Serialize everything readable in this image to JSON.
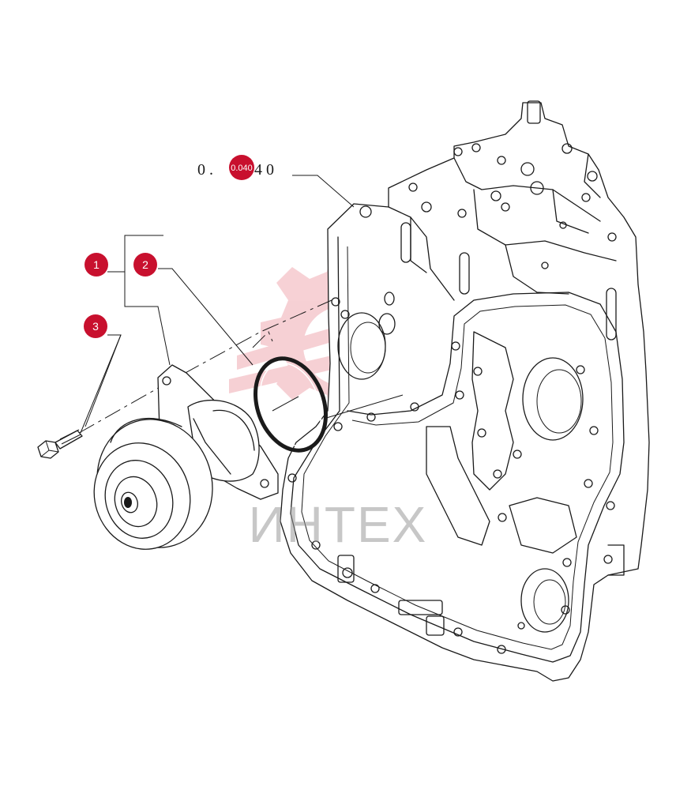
{
  "reference": {
    "prefix": "0 .",
    "badge": "0.040",
    "suffix": "4 0"
  },
  "callouts": [
    {
      "id": "1",
      "label": "1"
    },
    {
      "id": "2",
      "label": "2"
    },
    {
      "id": "3",
      "label": "3"
    }
  ],
  "watermark": {
    "text": "ИНТЕХ"
  },
  "colors": {
    "callout": "#c8102e",
    "line": "#1a1a1a",
    "watermark_gear": "#e87a86",
    "watermark_text": "#9a9a9a"
  }
}
